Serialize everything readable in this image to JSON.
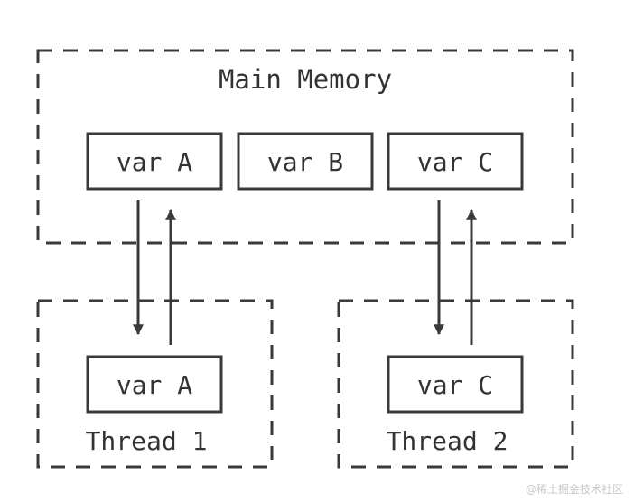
{
  "main_memory": {
    "title": "Main Memory",
    "vars": [
      "var A",
      "var B",
      "var C"
    ]
  },
  "threads": [
    {
      "label": "Thread 1",
      "var": "var A"
    },
    {
      "label": "Thread 2",
      "var": "var C"
    }
  ],
  "watermark": "@稀土掘金技术社区",
  "colors": {
    "stroke": "#333333",
    "background": "#ffffff"
  }
}
